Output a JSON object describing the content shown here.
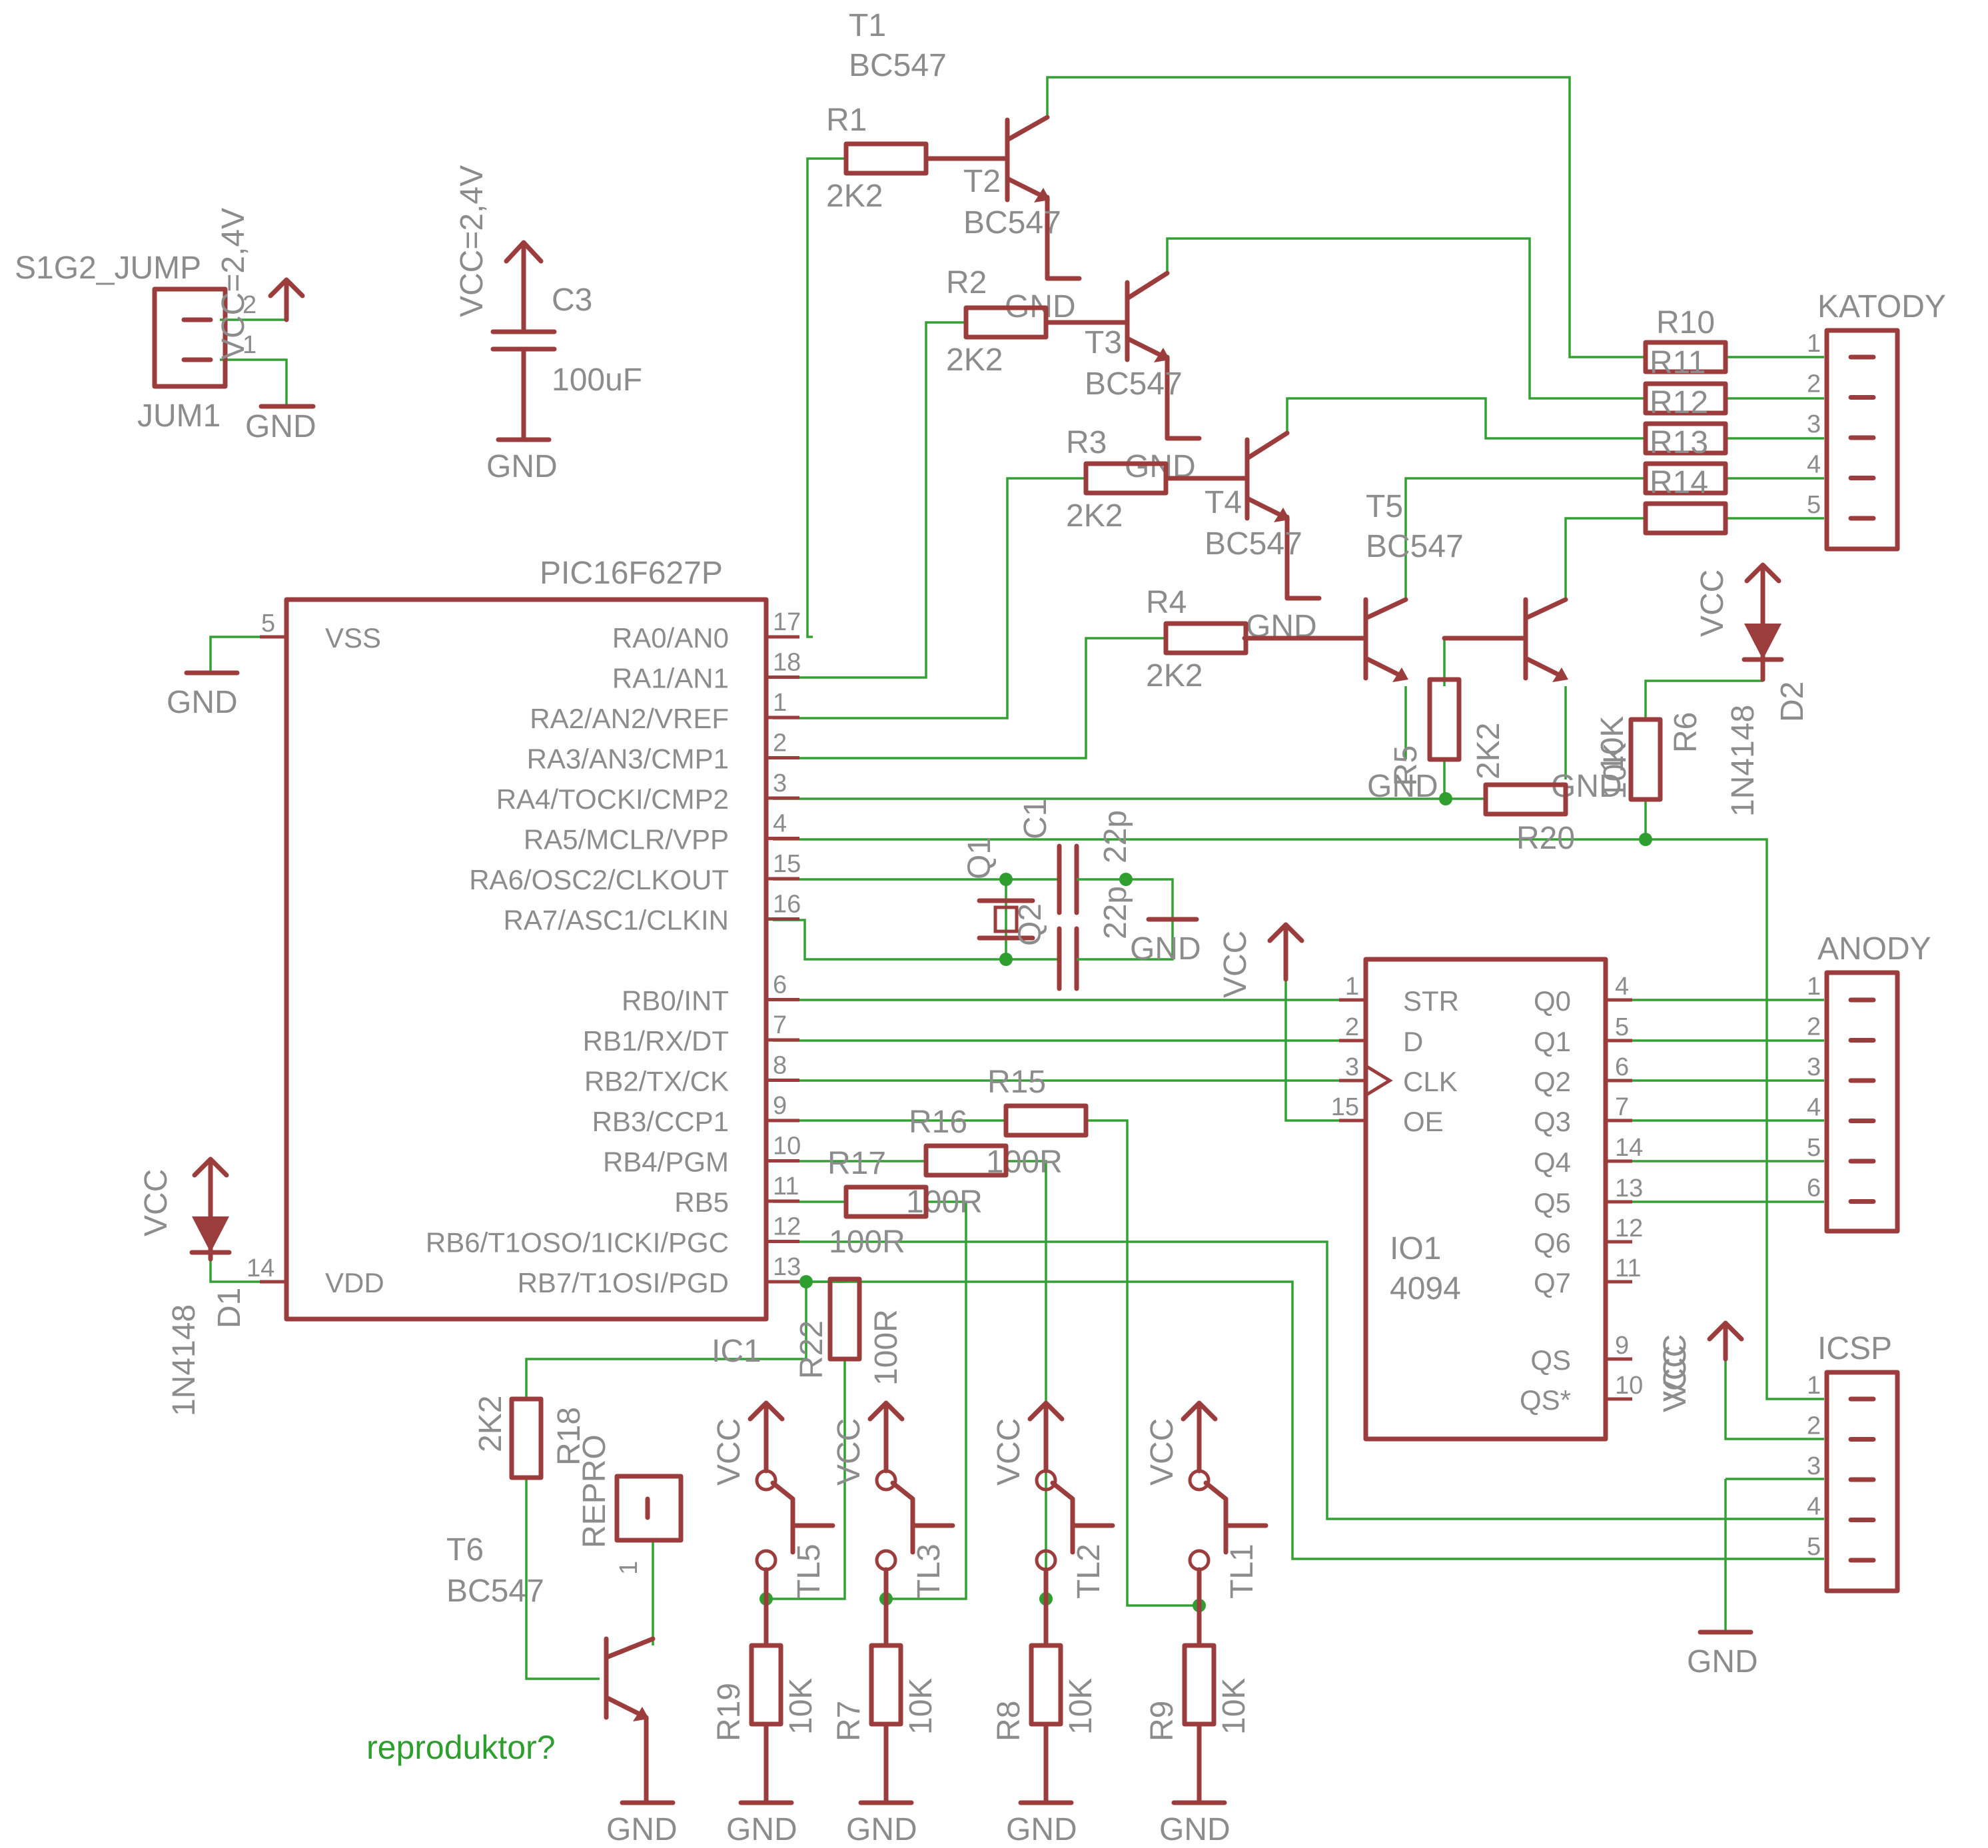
{
  "mcu": {
    "name": "PIC16F627P",
    "left_pins": [
      {
        "num": "5",
        "name": "VSS"
      },
      {
        "num": "14",
        "name": "VDD"
      }
    ],
    "right_pins": [
      {
        "num": "17",
        "name": "RA0/AN0"
      },
      {
        "num": "18",
        "name": "RA1/AN1"
      },
      {
        "num": "1",
        "name": "RA2/AN2/VREF"
      },
      {
        "num": "2",
        "name": "RA3/AN3/CMP1"
      },
      {
        "num": "3",
        "name": "RA4/TOCKI/CMP2"
      },
      {
        "num": "4",
        "name": "RA5/MCLR/VPP"
      },
      {
        "num": "15",
        "name": "RA6/OSC2/CLKOUT"
      },
      {
        "num": "16",
        "name": "RA7/ASC1/CLKIN"
      },
      {
        "num": "6",
        "name": "RB0/INT"
      },
      {
        "num": "7",
        "name": "RB1/RX/DT"
      },
      {
        "num": "8",
        "name": "RB2/TX/CK"
      },
      {
        "num": "9",
        "name": "RB3/CCP1"
      },
      {
        "num": "10",
        "name": "RB4/PGM"
      },
      {
        "num": "11",
        "name": "RB5"
      },
      {
        "num": "12",
        "name": "RB6/T1OSO/1ICKI/PGC"
      },
      {
        "num": "13",
        "name": "RB7/T1OSI/PGD"
      }
    ]
  },
  "shift_register": {
    "ref": "IO1",
    "value": "4094",
    "left_pins": [
      {
        "num": "1",
        "name": "STR"
      },
      {
        "num": "2",
        "name": "D"
      },
      {
        "num": "3",
        "name": "CLK"
      },
      {
        "num": "15",
        "name": "OE"
      }
    ],
    "right_pins": [
      {
        "num": "4",
        "name": "Q0"
      },
      {
        "num": "5",
        "name": "Q1"
      },
      {
        "num": "6",
        "name": "Q2"
      },
      {
        "num": "7",
        "name": "Q3"
      },
      {
        "num": "14",
        "name": "Q4"
      },
      {
        "num": "13",
        "name": "Q5"
      },
      {
        "num": "12",
        "name": "Q6"
      },
      {
        "num": "11",
        "name": "Q7"
      },
      {
        "num": "9",
        "name": "QS"
      },
      {
        "num": "10",
        "name": "QS*"
      }
    ]
  },
  "connectors": [
    {
      "name": "KATODY",
      "pins": [
        "1",
        "2",
        "3",
        "4",
        "5"
      ]
    },
    {
      "name": "ANODY",
      "pins": [
        "1",
        "2",
        "3",
        "4",
        "5",
        "6"
      ]
    },
    {
      "name": "ICSP",
      "pins": [
        "1",
        "2",
        "3",
        "4",
        "5"
      ]
    }
  ],
  "jumper": {
    "title": "S1G2_JUMP",
    "ref": "JUM1",
    "pins": [
      "2",
      "1"
    ]
  },
  "capacitor_c3": {
    "ref": "C3",
    "value": "100uF"
  },
  "supplies": {
    "vcc": "VCC",
    "gnd": "GND",
    "vcc_24": "VCC=2,4V"
  },
  "transistors": [
    {
      "ref": "T1",
      "value": "BC547"
    },
    {
      "ref": "T2",
      "value": "BC547"
    },
    {
      "ref": "T3",
      "value": "BC547"
    },
    {
      "ref": "T4",
      "value": "BC547"
    },
    {
      "ref": "T5",
      "value": "BC547"
    },
    {
      "ref": "T6",
      "value": "BC547"
    }
  ],
  "resistors": {
    "R1": "2K2",
    "R2": "2K2",
    "R3": "2K2",
    "R4": "2K2",
    "R5": "2K2",
    "R6": "10K",
    "R10": "",
    "R11": "",
    "R12": "",
    "R13": "",
    "R14": "",
    "R15": "100R",
    "R16": "100R",
    "R17": "100R",
    "R18": "2K2",
    "R20": "10K",
    "R22": "100R",
    "R19": "10K",
    "R7": "10K",
    "R8": "10K",
    "R9": "10K"
  },
  "diodes": [
    {
      "ref": "D1",
      "value": "1N4148"
    },
    {
      "ref": "D2",
      "value": "1N4148"
    }
  ],
  "crystal_caps": {
    "q1": "Q1",
    "q2": "Q2",
    "c1_ref": "C1",
    "c1_value": "22p",
    "c2_value": "22p"
  },
  "switches": [
    "TL5",
    "TL3",
    "TL2",
    "TL1"
  ],
  "misc": {
    "ic1": "IC1",
    "repro_ref": "REPRO",
    "repro_pin": "1",
    "note": "reproduktor?"
  },
  "colors": {
    "symbol": "#9b3d3d",
    "wire": "#33a033",
    "label": "#8c8c8c"
  }
}
